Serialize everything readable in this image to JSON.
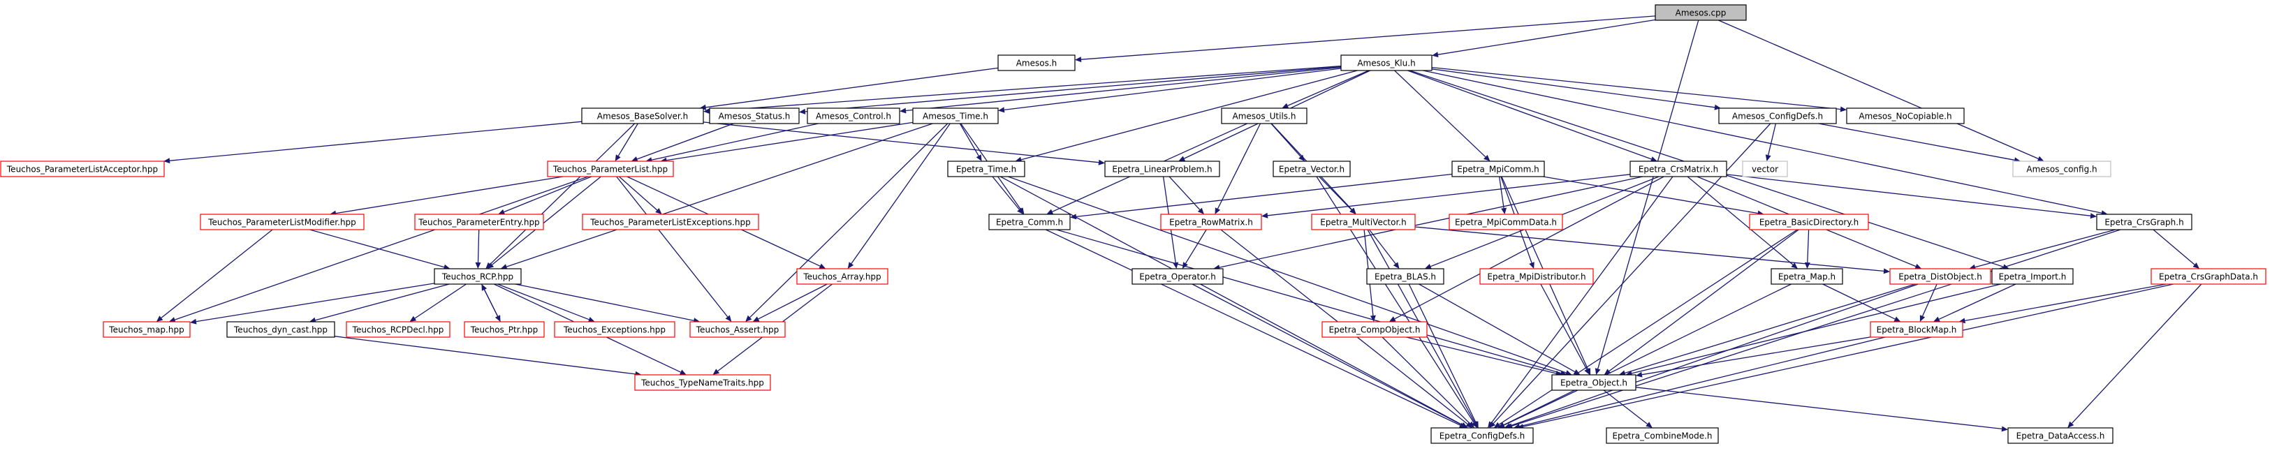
{
  "graph": {
    "title": "Amesos.cpp",
    "nodes": [
      {
        "id": "amesos_cpp",
        "label": "Amesos.cpp",
        "style": "root"
      },
      {
        "id": "amesos_h",
        "label": "Amesos.h",
        "style": "normal"
      },
      {
        "id": "amesos_klu_h",
        "label": "Amesos_Klu.h",
        "style": "normal"
      },
      {
        "id": "amesos_basesolver_h",
        "label": "Amesos_BaseSolver.h",
        "style": "normal"
      },
      {
        "id": "amesos_status_h",
        "label": "Amesos_Status.h",
        "style": "normal"
      },
      {
        "id": "amesos_control_h",
        "label": "Amesos_Control.h",
        "style": "normal"
      },
      {
        "id": "amesos_time_h",
        "label": "Amesos_Time.h",
        "style": "normal"
      },
      {
        "id": "amesos_utils_h",
        "label": "Amesos_Utils.h",
        "style": "normal"
      },
      {
        "id": "amesos_configdefs_h",
        "label": "Amesos_ConfigDefs.h",
        "style": "normal"
      },
      {
        "id": "amesos_nocopiable_h",
        "label": "Amesos_NoCopiable.h",
        "style": "normal"
      },
      {
        "id": "amesos_config_h",
        "label": "Amesos_config.h",
        "style": "gray"
      },
      {
        "id": "vector",
        "label": "vector",
        "style": "gray"
      },
      {
        "id": "teuchos_placceptor_hpp",
        "label": "Teuchos_ParameterListAcceptor.hpp",
        "style": "red"
      },
      {
        "id": "teuchos_parameterlist_hpp",
        "label": "Teuchos_ParameterList.hpp",
        "style": "red"
      },
      {
        "id": "teuchos_plmodifier_hpp",
        "label": "Teuchos_ParameterListModifier.hpp",
        "style": "red"
      },
      {
        "id": "teuchos_parameterentry_hpp",
        "label": "Teuchos_ParameterEntry.hpp",
        "style": "red"
      },
      {
        "id": "teuchos_plexceptions_hpp",
        "label": "Teuchos_ParameterListExceptions.hpp",
        "style": "red"
      },
      {
        "id": "teuchos_rcp_hpp",
        "label": "Teuchos_RCP.hpp",
        "style": "normal"
      },
      {
        "id": "teuchos_array_hpp",
        "label": "Teuchos_Array.hpp",
        "style": "red"
      },
      {
        "id": "teuchos_map_hpp",
        "label": "Teuchos_map.hpp",
        "style": "red"
      },
      {
        "id": "teuchos_dyncast_hpp",
        "label": "Teuchos_dyn_cast.hpp",
        "style": "normal"
      },
      {
        "id": "teuchos_rcpdecl_hpp",
        "label": "Teuchos_RCPDecl.hpp",
        "style": "red"
      },
      {
        "id": "teuchos_ptr_hpp",
        "label": "Teuchos_Ptr.hpp",
        "style": "red"
      },
      {
        "id": "teuchos_exceptions_hpp",
        "label": "Teuchos_Exceptions.hpp",
        "style": "red"
      },
      {
        "id": "teuchos_assert_hpp",
        "label": "Teuchos_Assert.hpp",
        "style": "red"
      },
      {
        "id": "teuchos_typenametraits_hpp",
        "label": "Teuchos_TypeNameTraits.hpp",
        "style": "red"
      },
      {
        "id": "epetra_time_h",
        "label": "Epetra_Time.h",
        "style": "normal"
      },
      {
        "id": "epetra_linearproblem_h",
        "label": "Epetra_LinearProblem.h",
        "style": "normal"
      },
      {
        "id": "epetra_vector_h",
        "label": "Epetra_Vector.h",
        "style": "normal"
      },
      {
        "id": "epetra_mpicomm_h",
        "label": "Epetra_MpiComm.h",
        "style": "normal"
      },
      {
        "id": "epetra_crsmatrix_h",
        "label": "Epetra_CrsMatrix.h",
        "style": "normal"
      },
      {
        "id": "epetra_comm_h",
        "label": "Epetra_Comm.h",
        "style": "normal"
      },
      {
        "id": "epetra_rowmatrix_h",
        "label": "Epetra_RowMatrix.h",
        "style": "red"
      },
      {
        "id": "epetra_multivector_h",
        "label": "Epetra_MultiVector.h",
        "style": "red"
      },
      {
        "id": "epetra_mpicommdata_h",
        "label": "Epetra_MpiCommData.h",
        "style": "red"
      },
      {
        "id": "epetra_basicdirectory_h",
        "label": "Epetra_BasicDirectory.h",
        "style": "red"
      },
      {
        "id": "epetra_crsgraph_h",
        "label": "Epetra_CrsGraph.h",
        "style": "normal"
      },
      {
        "id": "epetra_operator_h",
        "label": "Epetra_Operator.h",
        "style": "normal"
      },
      {
        "id": "epetra_blas_h",
        "label": "Epetra_BLAS.h",
        "style": "normal"
      },
      {
        "id": "epetra_mpidistributor_h",
        "label": "Epetra_MpiDistributor.h",
        "style": "red"
      },
      {
        "id": "epetra_map_h",
        "label": "Epetra_Map.h",
        "style": "normal"
      },
      {
        "id": "epetra_distobject_h",
        "label": "Epetra_DistObject.h",
        "style": "red"
      },
      {
        "id": "epetra_import_h",
        "label": "Epetra_Import.h",
        "style": "normal"
      },
      {
        "id": "epetra_crsgraphdata_h",
        "label": "Epetra_CrsGraphData.h",
        "style": "red"
      },
      {
        "id": "epetra_compobject_h",
        "label": "Epetra_CompObject.h",
        "style": "red"
      },
      {
        "id": "epetra_blockmap_h",
        "label": "Epetra_BlockMap.h",
        "style": "red"
      },
      {
        "id": "epetra_object_h",
        "label": "Epetra_Object.h",
        "style": "normal"
      },
      {
        "id": "epetra_configdefs_h",
        "label": "Epetra_ConfigDefs.h",
        "style": "normal"
      },
      {
        "id": "epetra_combinemode_h",
        "label": "Epetra_CombineMode.h",
        "style": "normal"
      },
      {
        "id": "epetra_dataaccess_h",
        "label": "Epetra_DataAccess.h",
        "style": "normal"
      }
    ],
    "edges": [
      [
        "amesos_cpp",
        "amesos_h"
      ],
      [
        "amesos_cpp",
        "amesos_klu_h"
      ],
      [
        "amesos_cpp",
        "amesos_config_h"
      ],
      [
        "amesos_cpp",
        "epetra_object_h"
      ],
      [
        "amesos_h",
        "amesos_basesolver_h"
      ],
      [
        "amesos_klu_h",
        "amesos_basesolver_h"
      ],
      [
        "amesos_klu_h",
        "amesos_status_h"
      ],
      [
        "amesos_klu_h",
        "amesos_control_h"
      ],
      [
        "amesos_klu_h",
        "amesos_time_h"
      ],
      [
        "amesos_klu_h",
        "amesos_utils_h"
      ],
      [
        "amesos_klu_h",
        "amesos_configdefs_h"
      ],
      [
        "amesos_klu_h",
        "amesos_nocopiable_h"
      ],
      [
        "amesos_klu_h",
        "epetra_linearproblem_h"
      ],
      [
        "amesos_klu_h",
        "epetra_time_h"
      ],
      [
        "amesos_klu_h",
        "epetra_mpicomm_h"
      ],
      [
        "amesos_klu_h",
        "epetra_crsmatrix_h"
      ],
      [
        "amesos_klu_h",
        "epetra_crsgraph_h"
      ],
      [
        "amesos_klu_h",
        "epetra_import_h"
      ],
      [
        "amesos_basesolver_h",
        "teuchos_placceptor_hpp"
      ],
      [
        "amesos_basesolver_h",
        "teuchos_parameterlist_hpp"
      ],
      [
        "amesos_basesolver_h",
        "teuchos_rcp_hpp"
      ],
      [
        "amesos_basesolver_h",
        "epetra_linearproblem_h"
      ],
      [
        "amesos_status_h",
        "teuchos_parameterlist_hpp"
      ],
      [
        "amesos_control_h",
        "teuchos_parameterlist_hpp"
      ],
      [
        "amesos_time_h",
        "teuchos_parameterlist_hpp"
      ],
      [
        "amesos_time_h",
        "epetra_time_h"
      ],
      [
        "amesos_time_h",
        "epetra_comm_h"
      ],
      [
        "amesos_time_h",
        "teuchos_rcp_hpp"
      ],
      [
        "amesos_time_h",
        "teuchos_array_hpp"
      ],
      [
        "amesos_time_h",
        "teuchos_assert_hpp"
      ],
      [
        "amesos_utils_h",
        "epetra_comm_h"
      ],
      [
        "amesos_utils_h",
        "epetra_vector_h"
      ],
      [
        "amesos_utils_h",
        "epetra_rowmatrix_h"
      ],
      [
        "amesos_utils_h",
        "epetra_multivector_h"
      ],
      [
        "amesos_configdefs_h",
        "vector"
      ],
      [
        "amesos_configdefs_h",
        "amesos_config_h"
      ],
      [
        "amesos_configdefs_h",
        "epetra_configdefs_h"
      ],
      [
        "teuchos_parameterlist_hpp",
        "teuchos_plmodifier_hpp"
      ],
      [
        "teuchos_parameterlist_hpp",
        "teuchos_parameterentry_hpp"
      ],
      [
        "teuchos_parameterlist_hpp",
        "teuchos_plexceptions_hpp"
      ],
      [
        "teuchos_parameterlist_hpp",
        "teuchos_rcp_hpp"
      ],
      [
        "teuchos_parameterlist_hpp",
        "teuchos_array_hpp"
      ],
      [
        "teuchos_parameterlist_hpp",
        "teuchos_map_hpp"
      ],
      [
        "teuchos_parameterlist_hpp",
        "teuchos_assert_hpp"
      ],
      [
        "teuchos_plmodifier_hpp",
        "teuchos_rcp_hpp"
      ],
      [
        "teuchos_plmodifier_hpp",
        "teuchos_map_hpp"
      ],
      [
        "teuchos_parameterentry_hpp",
        "teuchos_rcp_hpp"
      ],
      [
        "teuchos_rcp_hpp",
        "teuchos_map_hpp"
      ],
      [
        "teuchos_rcp_hpp",
        "teuchos_dyncast_hpp"
      ],
      [
        "teuchos_rcp_hpp",
        "teuchos_rcpdecl_hpp"
      ],
      [
        "teuchos_rcp_hpp",
        "teuchos_ptr_hpp"
      ],
      [
        "teuchos_rcp_hpp",
        "teuchos_exceptions_hpp"
      ],
      [
        "teuchos_rcp_hpp",
        "teuchos_assert_hpp"
      ],
      [
        "teuchos_rcp_hpp",
        "teuchos_typenametraits_hpp"
      ],
      [
        "teuchos_ptr_hpp",
        "teuchos_rcp_hpp"
      ],
      [
        "teuchos_array_hpp",
        "teuchos_assert_hpp"
      ],
      [
        "teuchos_array_hpp",
        "teuchos_typenametraits_hpp"
      ],
      [
        "teuchos_dyncast_hpp",
        "teuchos_typenametraits_hpp"
      ],
      [
        "epetra_time_h",
        "epetra_comm_h"
      ],
      [
        "epetra_time_h",
        "epetra_object_h"
      ],
      [
        "epetra_time_h",
        "epetra_configdefs_h"
      ],
      [
        "epetra_linearproblem_h",
        "epetra_rowmatrix_h"
      ],
      [
        "epetra_linearproblem_h",
        "epetra_operator_h"
      ],
      [
        "epetra_vector_h",
        "epetra_multivector_h"
      ],
      [
        "epetra_vector_h",
        "epetra_configdefs_h"
      ],
      [
        "epetra_mpicomm_h",
        "epetra_comm_h"
      ],
      [
        "epetra_mpicomm_h",
        "epetra_mpicommdata_h"
      ],
      [
        "epetra_mpicomm_h",
        "epetra_basicdirectory_h"
      ],
      [
        "epetra_mpicomm_h",
        "epetra_mpidistributor_h"
      ],
      [
        "epetra_mpicomm_h",
        "epetra_object_h"
      ],
      [
        "epetra_crsmatrix_h",
        "epetra_rowmatrix_h"
      ],
      [
        "epetra_crsmatrix_h",
        "epetra_operator_h"
      ],
      [
        "epetra_crsmatrix_h",
        "epetra_crsgraph_h"
      ],
      [
        "epetra_crsmatrix_h",
        "epetra_blas_h"
      ],
      [
        "epetra_crsmatrix_h",
        "epetra_map_h"
      ],
      [
        "epetra_crsmatrix_h",
        "epetra_distobject_h"
      ],
      [
        "epetra_crsmatrix_h",
        "epetra_compobject_h"
      ],
      [
        "epetra_crsmatrix_h",
        "epetra_configdefs_h"
      ],
      [
        "epetra_comm_h",
        "epetra_object_h"
      ],
      [
        "epetra_comm_h",
        "epetra_configdefs_h"
      ],
      [
        "epetra_rowmatrix_h",
        "epetra_operator_h"
      ],
      [
        "epetra_rowmatrix_h",
        "epetra_configdefs_h"
      ],
      [
        "epetra_multivector_h",
        "epetra_distobject_h"
      ],
      [
        "epetra_multivector_h",
        "epetra_blas_h"
      ],
      [
        "epetra_multivector_h",
        "epetra_compobject_h"
      ],
      [
        "epetra_multivector_h",
        "epetra_configdefs_h"
      ],
      [
        "epetra_basicdirectory_h",
        "epetra_map_h"
      ],
      [
        "epetra_basicdirectory_h",
        "epetra_object_h"
      ],
      [
        "epetra_basicdirectory_h",
        "epetra_configdefs_h"
      ],
      [
        "epetra_crsgraph_h",
        "epetra_distobject_h"
      ],
      [
        "epetra_crsgraph_h",
        "epetra_crsgraphdata_h"
      ],
      [
        "epetra_crsgraph_h",
        "epetra_configdefs_h"
      ],
      [
        "epetra_operator_h",
        "epetra_configdefs_h"
      ],
      [
        "epetra_blas_h",
        "epetra_object_h"
      ],
      [
        "epetra_blas_h",
        "epetra_configdefs_h"
      ],
      [
        "epetra_mpidistributor_h",
        "epetra_object_h"
      ],
      [
        "epetra_map_h",
        "epetra_blockmap_h"
      ],
      [
        "epetra_map_h",
        "epetra_configdefs_h"
      ],
      [
        "epetra_distobject_h",
        "epetra_blockmap_h"
      ],
      [
        "epetra_distobject_h",
        "epetra_object_h"
      ],
      [
        "epetra_distobject_h",
        "epetra_configdefs_h"
      ],
      [
        "epetra_import_h",
        "epetra_blockmap_h"
      ],
      [
        "epetra_import_h",
        "epetra_object_h"
      ],
      [
        "epetra_crsgraphdata_h",
        "epetra_blockmap_h"
      ],
      [
        "epetra_crsgraphdata_h",
        "epetra_dataaccess_h"
      ],
      [
        "epetra_crsgraphdata_h",
        "epetra_configdefs_h"
      ],
      [
        "epetra_compobject_h",
        "epetra_object_h"
      ],
      [
        "epetra_compobject_h",
        "epetra_configdefs_h"
      ],
      [
        "epetra_blockmap_h",
        "epetra_object_h"
      ],
      [
        "epetra_blockmap_h",
        "epetra_configdefs_h"
      ],
      [
        "epetra_object_h",
        "epetra_configdefs_h"
      ],
      [
        "epetra_object_h",
        "epetra_combinemode_h"
      ],
      [
        "epetra_object_h",
        "epetra_dataaccess_h"
      ]
    ]
  }
}
